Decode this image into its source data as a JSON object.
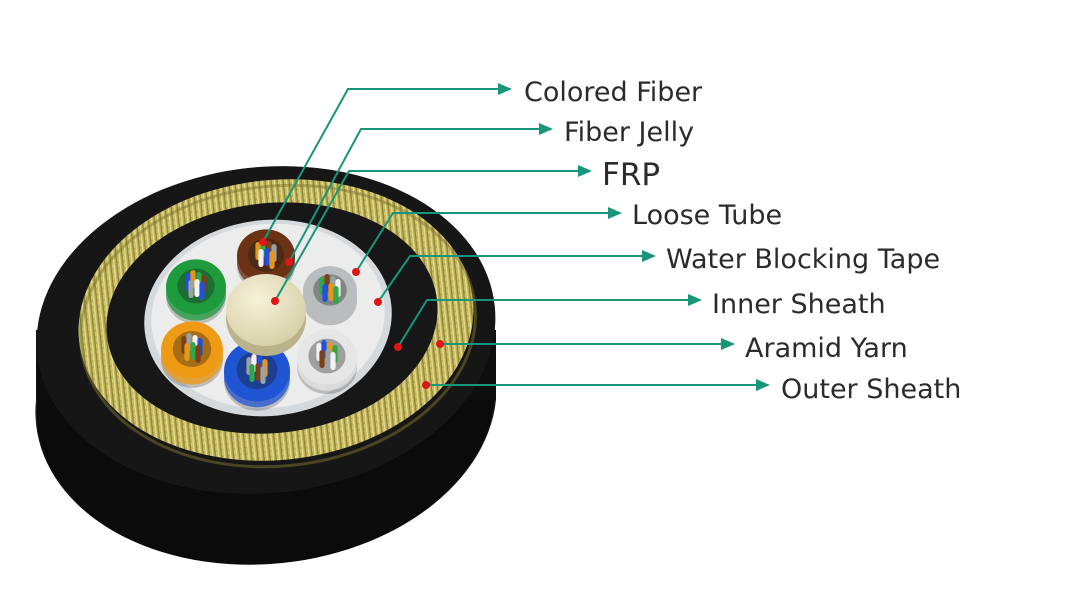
{
  "colors": {
    "leader": "#17967a",
    "marker": "#e01515",
    "outer_sheath": "#111111",
    "aramid_yarn": "#bfb35a",
    "inner_sheath": "#161616",
    "water_blocking_tape": "#d7dbdd",
    "frp": "#e9e4c4"
  },
  "labels": [
    {
      "id": "colored-fiber",
      "text": "Colored Fiber"
    },
    {
      "id": "fiber-jelly",
      "text": "Fiber Jelly"
    },
    {
      "id": "frp",
      "text": "FRP"
    },
    {
      "id": "loose-tube",
      "text": "Loose Tube"
    },
    {
      "id": "water-blocking-tape",
      "text": "Water Blocking Tape"
    },
    {
      "id": "inner-sheath",
      "text": "Inner Sheath"
    },
    {
      "id": "aramid-yarn",
      "text": "Aramid Yarn"
    },
    {
      "id": "outer-sheath",
      "text": "Outer Sheath"
    }
  ],
  "tubes": [
    {
      "name": "green-tube",
      "color": "#1e9b3c"
    },
    {
      "name": "brown-tube",
      "color": "#6b3214"
    },
    {
      "name": "grey-tube",
      "color": "#b9bdbf"
    },
    {
      "name": "orange-tube",
      "color": "#ee9a14"
    },
    {
      "name": "blue-tube",
      "color": "#1f54d3"
    },
    {
      "name": "white-tube",
      "color": "#e6e6e6"
    }
  ],
  "fiber_colors": [
    "#2150e0",
    "#e8961a",
    "#2fa84a",
    "#7a4018",
    "#9aa2a6",
    "#f2f2f2"
  ]
}
